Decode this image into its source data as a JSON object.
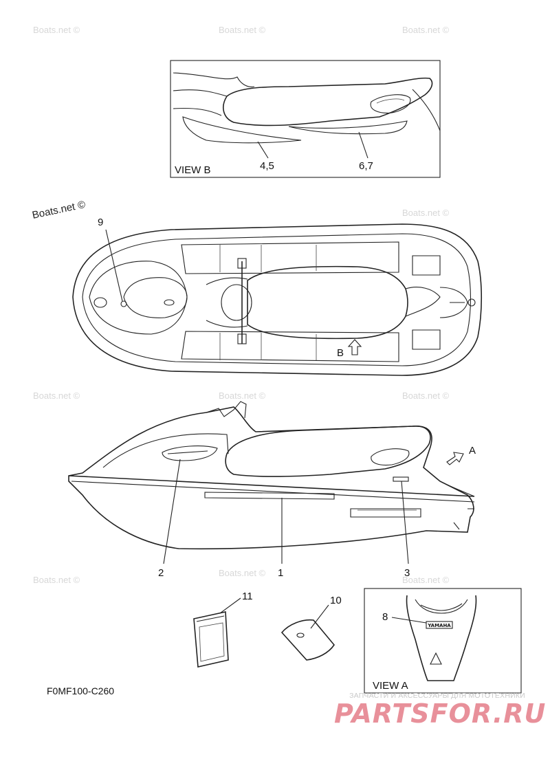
{
  "watermark": {
    "text": "Boats.net ©"
  },
  "view_b": {
    "title": "VIEW B",
    "callouts": [
      "4,5",
      "6,7"
    ]
  },
  "view_a": {
    "title": "VIEW A",
    "callouts": [
      "8"
    ],
    "badge_text": "YAMAHA"
  },
  "top_view": {
    "callouts": [
      "9"
    ],
    "direction_label": "B"
  },
  "side_view": {
    "callouts": [
      "2",
      "1",
      "3"
    ],
    "direction_label": "A"
  },
  "loose_parts": {
    "callouts": [
      "11",
      "10"
    ]
  },
  "figure_code": "F0MF100-C260",
  "site_banner": {
    "tagline": "ЗАПЧАСТИ И АКСЕССУАРЫ ДЛЯ МОТОТЕХНИКИ",
    "logo": "PARTSFOR.RU"
  }
}
